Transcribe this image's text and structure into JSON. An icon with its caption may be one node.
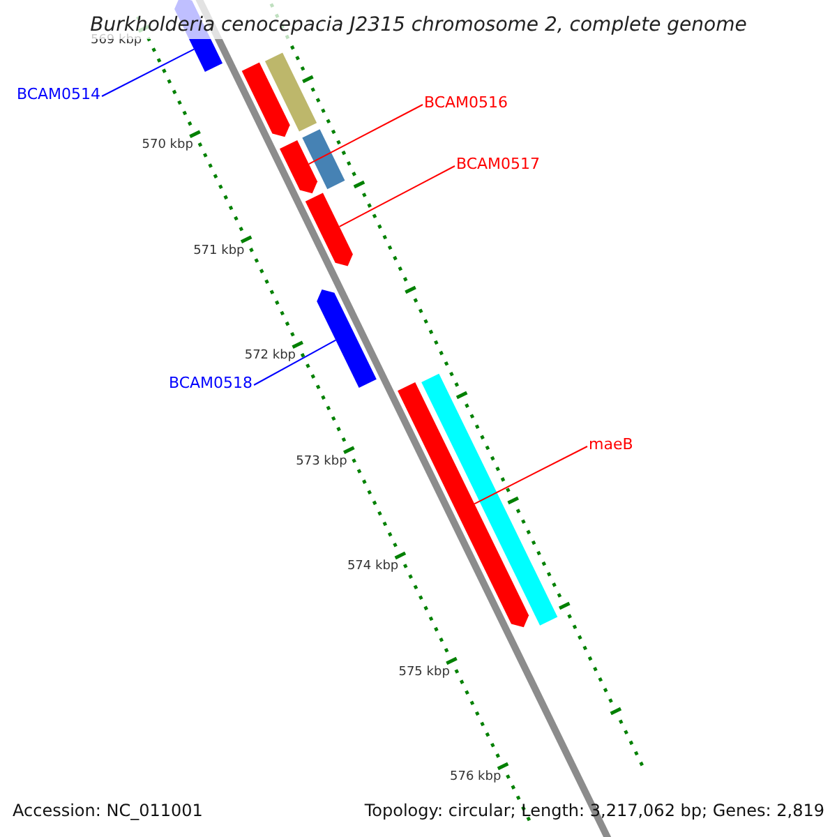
{
  "diagram": {
    "title": "Burkholderia cenocepacia J2315 chromosome 2, complete genome",
    "nodes": [
      {
        "text": [],
        "shape": "arrow"
      },
      {
        "text": [
          "BCAM0514"
        ]
      },
      {
        "text": [],
        "shape": "arrow"
      },
      {
        "text": [],
        "shape": "bar"
      },
      {
        "text": [
          "BCAM0516"
        ]
      },
      {
        "text": [],
        "shape": "arrow"
      },
      {
        "text": [],
        "shape": "bar"
      },
      {
        "text": [
          "BCAM0517"
        ]
      },
      {
        "text": [],
        "shape": "arrow"
      },
      {
        "text": [],
        "shape": "arrow"
      },
      {
        "text": [
          "BCAM0518"
        ]
      },
      {
        "text": [],
        "shape": "bar"
      },
      {
        "text": [],
        "shape": "arrow"
      },
      {
        "text": [
          "maeB"
        ]
      }
    ],
    "edges": [
      {
        "from": 1,
        "to": 0,
        "arrow": "none",
        "color": "#0000ff"
      },
      {
        "from": 4,
        "to": 5,
        "arrow": "none"
      },
      {
        "from": 7,
        "to": 8,
        "arrow": "none"
      },
      {
        "from": 10,
        "to": 9,
        "arrow": "none",
        "color": "#0000ff"
      },
      {
        "from": 13,
        "to": 12,
        "arrow": "none"
      }
    ],
    "labels": [
      "569 kbp",
      "570 kbp",
      "571 kbp",
      "572 kbp",
      "573 kbp",
      "574 kbp",
      "575 kbp",
      "576 kbp",
      "Accession: NC_011001",
      "Topology: circular; Length: 3,217,062 bp; Genes: 2,819"
    ]
  }
}
